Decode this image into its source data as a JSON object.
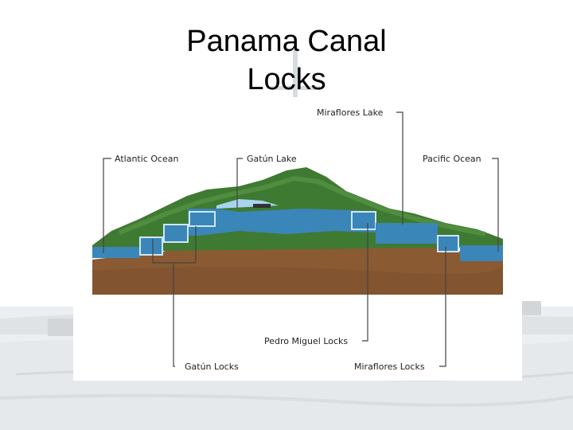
{
  "slide": {
    "title_line1": "Panama Canal",
    "title_line2": "Locks"
  },
  "diagram": {
    "labels": {
      "miraflores_lake": "Miraflores Lake",
      "atlantic_ocean": "Atlantic Ocean",
      "gatun_lake": "Gatún Lake",
      "pacific_ocean": "Pacific Ocean",
      "pedro_miguel_locks": "Pedro Miguel Locks",
      "gatun_locks": "Gatún Locks",
      "miraflores_locks": "Miraflores Locks"
    },
    "colors": {
      "water": "#3a86b8",
      "ground": "#8a5a33",
      "hills": "#3f7a32"
    }
  }
}
